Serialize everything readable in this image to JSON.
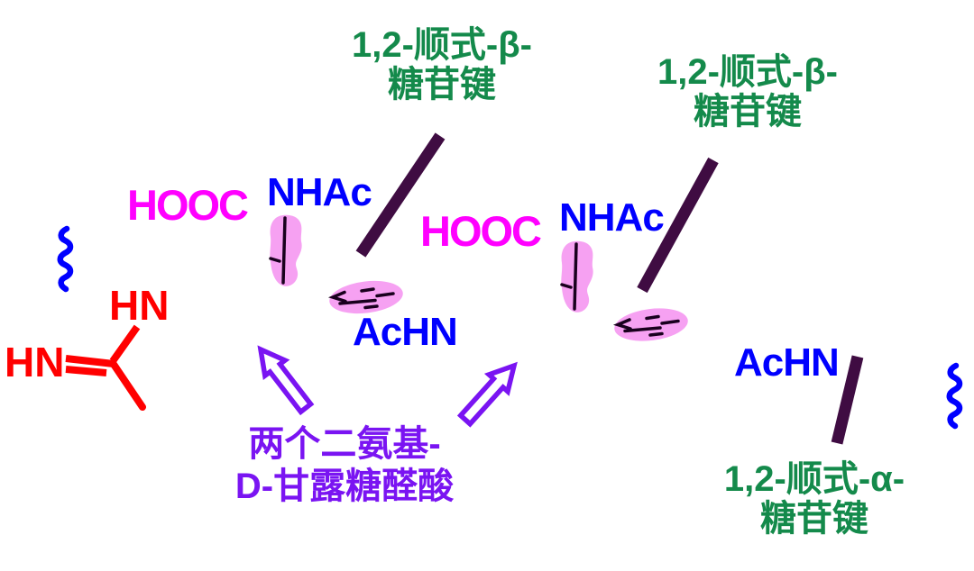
{
  "colors": {
    "background": "#ffffff",
    "green": "#148a4b",
    "magenta": "#ff00ff",
    "blue": "#0000ff",
    "red": "#ff0000",
    "violet": "#7a14f2",
    "plum": "#3f0c42",
    "pink": "#f6a1f2",
    "ink": "#19001e"
  },
  "labels": {
    "beta_bond_left": {
      "line1": "1,2-顺式-β-",
      "line2": "糖苷键"
    },
    "beta_bond_right": {
      "line1": "1,2-顺式-β-",
      "line2": "糖苷键"
    },
    "alpha_bond": {
      "line1": "1,2-顺式-α-",
      "line2": "糖苷键"
    },
    "diamino_mannuronic": {
      "line1": "两个二氨基-",
      "line2": "D-甘露糖醛酸"
    },
    "hooc_left": "HOOC",
    "hooc_mid": "HOOC",
    "nhac_left": "NHAc",
    "nhac_mid": "NHAc",
    "achn_mid": "AcHN",
    "achn_right": "AcHN",
    "hn_upper": "HN",
    "hn_lower": "HN"
  },
  "icons": {
    "sugar_ring_front": "pink pill-shaped monosaccharide ring (edge view)",
    "sugar_ring_top": "pink dashed ellipse monosaccharide ring (top view)",
    "glycosidic_bond": "thick dark-plum bond line",
    "pointer_arrow": "hollow violet arrow",
    "chain_squiggle": "blue wavy polymer-continuation line"
  }
}
